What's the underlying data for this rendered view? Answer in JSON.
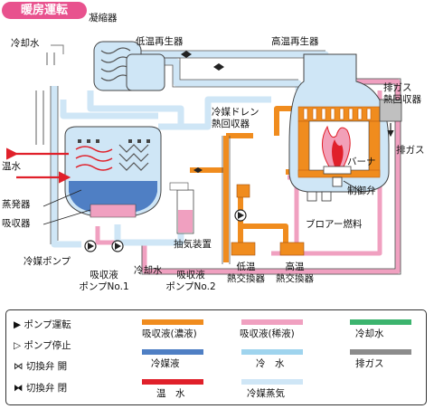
{
  "title": "暖房運転",
  "labels": {
    "cooling_water_top": "冷却水",
    "condenser": "凝縮器",
    "low_temp_regen": "低温再生器",
    "high_temp_regen": "高温再生器",
    "exhaust_heat_recovery_1": "排ガス",
    "exhaust_heat_recovery_2": "熱回収器",
    "refrigerant_drain_1": "冷媒ドレン",
    "refrigerant_drain_2": "熱回収器",
    "exhaust_gas": "排ガス",
    "hot_water": "温水",
    "burner": "バーナ",
    "control_valve": "制御弁",
    "evaporator": "蒸発器",
    "absorber": "吸収器",
    "blower_fuel": "ブロアー燃料",
    "refrigerant_pump": "冷媒ポンプ",
    "extraction_device": "抽気装置",
    "cooling_water_bottom": "冷却水",
    "low_temp_hx_1": "低温",
    "low_temp_hx_2": "熱交換器",
    "high_temp_hx_1": "高温",
    "high_temp_hx_2": "熱交換器",
    "absorbent_pump1_1": "吸収液",
    "absorbent_pump1_2": "ポンプNo.1",
    "absorbent_pump2_1": "吸収液",
    "absorbent_pump2_2": "ポンプNo.2"
  },
  "legend": {
    "symbols": [
      {
        "label": "ポンプ運転",
        "icon": "pump-running-icon"
      },
      {
        "label": "ポンプ停止",
        "icon": "pump-stopped-icon"
      },
      {
        "label": "切換弁 開",
        "icon": "valve-open-icon"
      },
      {
        "label": "切換弁 閉",
        "icon": "valve-closed-icon"
      }
    ],
    "colors": [
      {
        "label": "吸収液(濃液)",
        "color": "#f08c1e"
      },
      {
        "label": "吸収液(稀液)",
        "color": "#f0a0c0"
      },
      {
        "label": "冷却水",
        "color": "#3cb46e"
      },
      {
        "label": "冷媒液",
        "color": "#4f7fc4"
      },
      {
        "label": "冷　水",
        "color": "#9fd4ee"
      },
      {
        "label": "排ガス",
        "color": "#8c8c8c"
      },
      {
        "label": "温　水",
        "color": "#e0202a"
      },
      {
        "label": "冷媒蒸気",
        "color": "#cfe6f6"
      }
    ]
  }
}
